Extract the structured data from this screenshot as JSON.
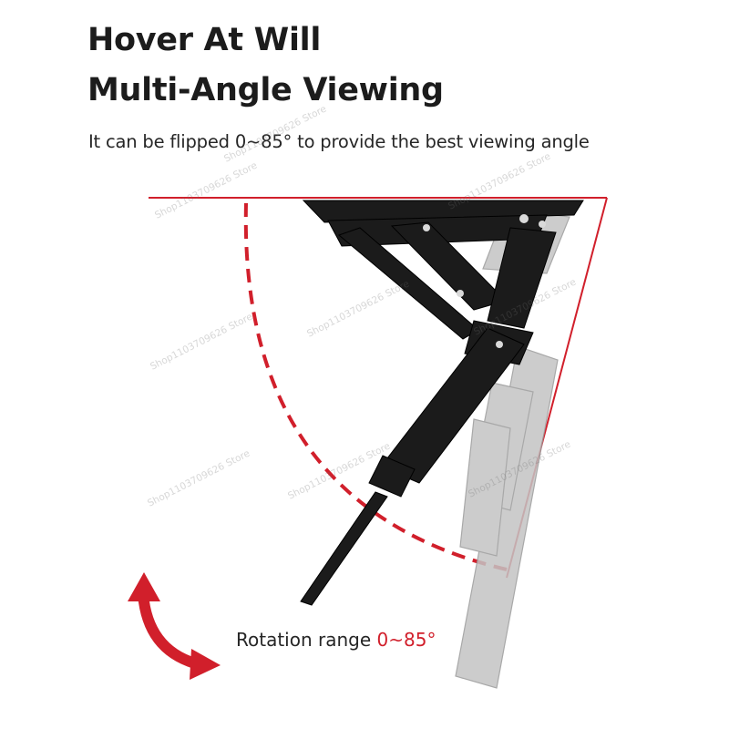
{
  "header": {
    "title_line1": "Hover At Will",
    "title_line2": "Multi-Angle Viewing",
    "subtitle": "It can be flipped 0~85° to provide the best viewing angle"
  },
  "caption": {
    "label": "Rotation range",
    "range": "0~85°"
  },
  "watermark": {
    "text": "Shop1103709626 Store"
  },
  "colors": {
    "accent": "#d11f2b",
    "mount_dark": "#1b1b1b",
    "mount_ghost": "#bdbdbd"
  },
  "icons": {
    "rotation_arrow": "curved-double-arrow-icon"
  }
}
